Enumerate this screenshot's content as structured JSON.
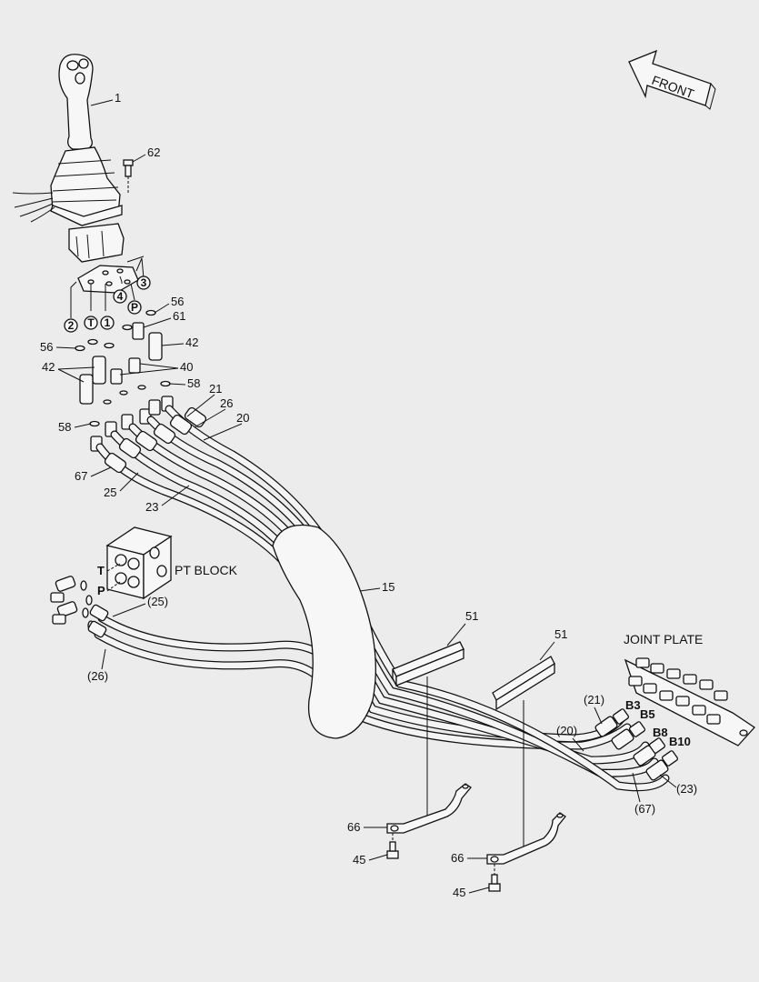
{
  "front_arrow": {
    "label": "FRONT"
  },
  "blocks": {
    "pt_block": "PT BLOCK",
    "joint_plate": "JOINT PLATE"
  },
  "port_letters": {
    "t": "T",
    "p": "P"
  },
  "circled_ports": {
    "two": "2",
    "t": "T",
    "one": "1",
    "four": "4",
    "p": "P",
    "three": "3"
  },
  "joint_ports": {
    "b3": "B3",
    "b5": "B5",
    "b8": "B8",
    "b10": "B10"
  },
  "callouts": {
    "c1": "1",
    "c62": "62",
    "c56a": "56",
    "c61": "61",
    "c42a": "42",
    "c56b": "56",
    "c42b": "42",
    "c40": "40",
    "c58a": "58",
    "c21": "21",
    "c26": "26",
    "c20": "20",
    "c58b": "58",
    "c67": "67",
    "c25": "25",
    "c23": "23",
    "c15": "15",
    "c25p": "(25)",
    "c26p": "(26)",
    "c51a": "51",
    "c51b": "51",
    "c21p": "(21)",
    "c20p": "(20)",
    "c23p": "(23)",
    "c67p": "(67)",
    "c66a": "66",
    "c45a": "45",
    "c66b": "66",
    "c45b": "45"
  }
}
